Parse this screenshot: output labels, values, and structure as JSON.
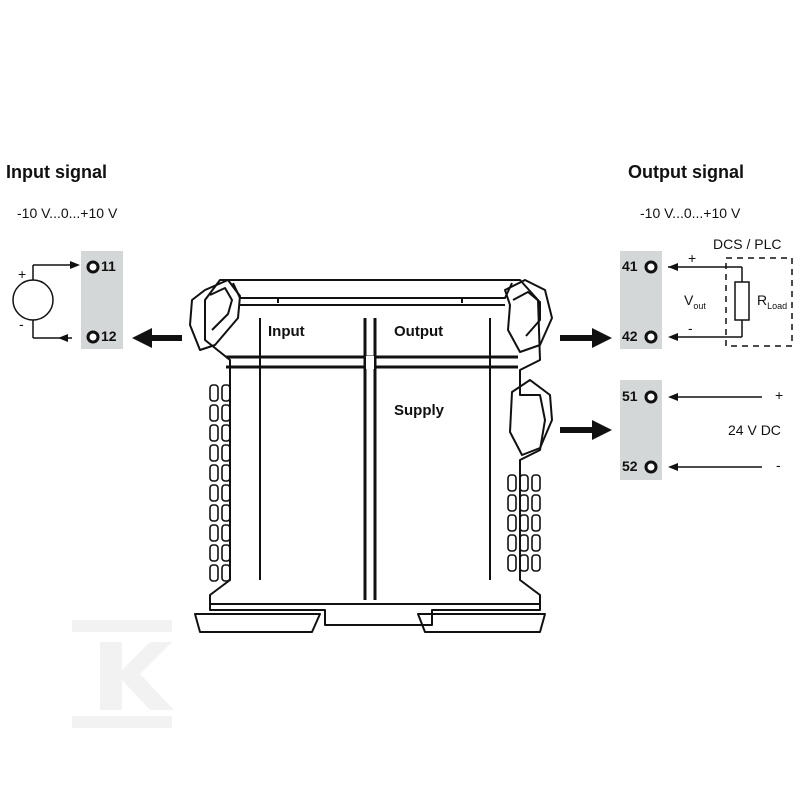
{
  "input": {
    "heading": "Input signal",
    "range": "-10 V...0...+10 V",
    "terminals": [
      "11",
      "12"
    ],
    "plus": "+",
    "minus": "-"
  },
  "output": {
    "heading": "Output signal",
    "range": "-10 V...0...+10 V",
    "terminals": [
      "41",
      "42"
    ],
    "plus": "+",
    "minus": "-",
    "load_box_label": "DCS / PLC",
    "vout_main": "V",
    "vout_sub": "out",
    "rload_main": "R",
    "rload_sub": "Load"
  },
  "supply": {
    "terminals": [
      "51",
      "52"
    ],
    "plus": "+",
    "minus": "-",
    "voltage": "24 V DC"
  },
  "device": {
    "label_input": "Input",
    "label_output": "Output",
    "label_supply": "Supply"
  },
  "colors": {
    "terminal_strip": "#d3d7d7",
    "line": "#111111",
    "watermark": "#f2f2f2"
  }
}
